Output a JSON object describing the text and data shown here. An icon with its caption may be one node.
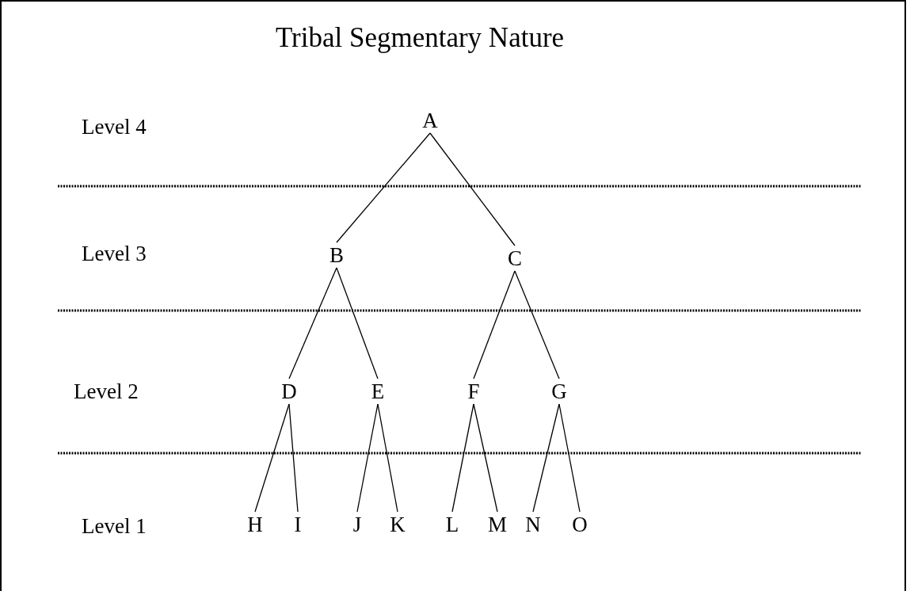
{
  "diagram": {
    "title": "Tribal Segmentary Nature",
    "nodes": [
      {
        "text": [
          "A"
        ]
      },
      {
        "text": [
          "B"
        ]
      },
      {
        "text": [
          "C"
        ]
      },
      {
        "text": [
          "D"
        ]
      },
      {
        "text": [
          "E"
        ]
      },
      {
        "text": [
          "F"
        ]
      },
      {
        "text": [
          "G"
        ]
      },
      {
        "text": [
          "H"
        ]
      },
      {
        "text": [
          "I"
        ]
      },
      {
        "text": [
          "J"
        ]
      },
      {
        "text": [
          "K"
        ]
      },
      {
        "text": [
          "L"
        ]
      },
      {
        "text": [
          "M"
        ]
      },
      {
        "text": [
          "N"
        ]
      },
      {
        "text": [
          "O"
        ]
      }
    ],
    "edges": [
      {
        "from": 0,
        "to": 1,
        "arrow": "none"
      },
      {
        "from": 0,
        "to": 2,
        "arrow": "none"
      },
      {
        "from": 1,
        "to": 3,
        "arrow": "none"
      },
      {
        "from": 1,
        "to": 4,
        "arrow": "none"
      },
      {
        "from": 2,
        "to": 5,
        "arrow": "none"
      },
      {
        "from": 2,
        "to": 6,
        "arrow": "none"
      },
      {
        "from": 3,
        "to": 7,
        "arrow": "none"
      },
      {
        "from": 3,
        "to": 8,
        "arrow": "none"
      },
      {
        "from": 4,
        "to": 9,
        "arrow": "none"
      },
      {
        "from": 4,
        "to": 10,
        "arrow": "none"
      },
      {
        "from": 5,
        "to": 11,
        "arrow": "none"
      },
      {
        "from": 5,
        "to": 12,
        "arrow": "none"
      },
      {
        "from": 6,
        "to": 13,
        "arrow": "none"
      },
      {
        "from": 6,
        "to": 14,
        "arrow": "none"
      }
    ],
    "labels": [
      "Level 4",
      "Level 3",
      "Level 2",
      "Level 1"
    ]
  }
}
